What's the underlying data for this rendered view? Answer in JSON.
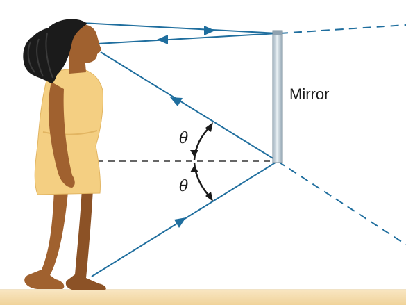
{
  "diagram": {
    "mirror_label": "Mirror",
    "angle_top_label": "θ",
    "angle_bottom_label": "θ"
  },
  "colors": {
    "ray": "#1f6e9e",
    "normal": "#333333",
    "floor": "#f5deb0",
    "skin": "#a0612f",
    "dress": "#f4cf82",
    "hair": "#1b1b1b",
    "mirror": "#c7d3dc"
  },
  "icons": {
    "person": "woman-standing-figure",
    "mirror": "vertical-mirror"
  }
}
